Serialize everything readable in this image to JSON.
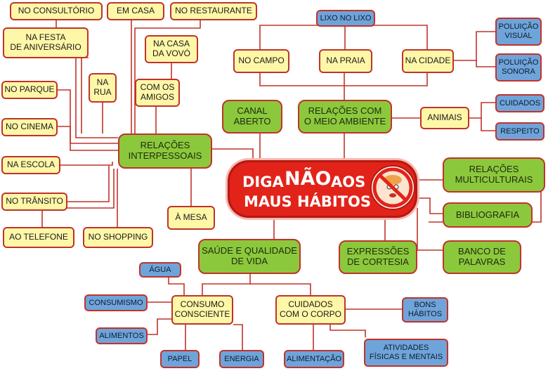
{
  "center": {
    "line1_left": "DIGA",
    "line1_emph": "NÃO",
    "line1_right": "AOS",
    "line2": "MAUS HÁBITOS",
    "seal_icon": "no-sign-child-icon",
    "color": "#e2231a"
  },
  "colors": {
    "green": "#8cc83c",
    "yellow": "#fff7a8",
    "blue": "#6fa4da",
    "line": "#c0332b"
  },
  "nodes": {
    "no_consultorio": "NO CONSULTÓRIO",
    "em_casa": "EM CASA",
    "no_restaurante": "NO RESTAURANTE",
    "na_festa": "NA FESTA\nDE ANIVERSÁRIO",
    "na_casa_vovo": "NA CASA\nDA VOVÓ",
    "na_rua": "NA\nRUA",
    "com_os_amigos": "COM OS\nAMIGOS",
    "no_parque": "NO PARQUE",
    "no_cinema": "NO CINEMA",
    "na_escola": "NA ESCOLA",
    "no_transito": "NO TRÂNSITO",
    "ao_telefone": "AO TELEFONE",
    "no_shopping": "NO SHOPPING",
    "a_mesa": "À MESA",
    "relacoes_interpessoais": "RELAÇÕES\nINTERPESSOAIS",
    "canal_aberto": "CANAL\nABERTO",
    "relacoes_meio_ambiente": "RELAÇÕES COM\nO MEIO AMBIENTE",
    "lixo_no_lixo": "LIXO NO LIXO",
    "no_campo": "NO CAMPO",
    "na_praia": "NA PRAIA",
    "na_cidade": "NA CIDADE",
    "poluicao_visual": "POLUIÇÃO\nVISUAL",
    "poluicao_sonora": "POLUIÇÃO\nSONORA",
    "animais": "ANIMAIS",
    "cuidados": "CUIDADOS",
    "respeito": "RESPEITO",
    "relacoes_multiculturais": "RELAÇÕES\nMULTICULTURAIS",
    "bibliografia": "BIBLIOGRAFIA",
    "banco_de_palavras": "BANCO DE\nPALAVRAS",
    "expressoes_cortesia": "EXPRESSÕES\nDE CORTESIA",
    "saude_qualidade": "SAÚDE E QUALIDADE\nDE VIDA",
    "agua": "ÁGUA",
    "consumismo": "CONSUMISMO",
    "consumo_consciente": "CONSUMO\nCONSCIENTE",
    "alimentos": "ALIMENTOS",
    "papel": "PAPEL",
    "energia": "ENERGIA",
    "cuidados_corpo": "CUIDADOS\nCOM O CORPO",
    "bons_habitos": "BONS\nHÁBITOS",
    "atividades_fisicas": "ATIVIDADES\nFÍSICAS E MENTAIS",
    "alimentacao": "ALIMENTAÇÃO"
  }
}
